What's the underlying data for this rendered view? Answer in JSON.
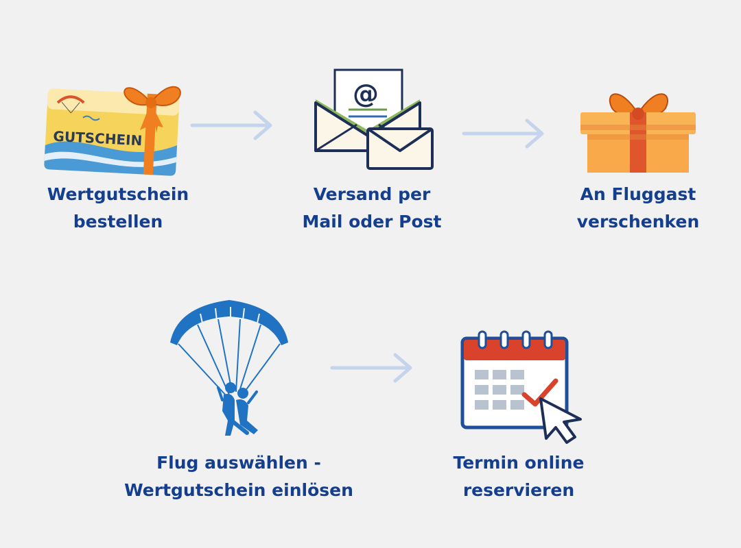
{
  "colors": {
    "background": "#f2f1f1",
    "label_text": "#143f8f",
    "arrow": "#c3d4ec",
    "icon_blue": "#1f73c2",
    "calendar_red": "#d9432b"
  },
  "steps": [
    {
      "icon": "gift-voucher-icon",
      "line1": "Wertgutschein",
      "line2": "bestellen",
      "voucher_text": "GUTSCHEIN"
    },
    {
      "icon": "mail-envelope-icon",
      "line1": "Versand per",
      "line2": "Mail oder Post",
      "at_sign": "@"
    },
    {
      "icon": "gift-box-icon",
      "line1": "An Fluggast",
      "line2": "verschenken"
    },
    {
      "icon": "tandem-paraglider-icon",
      "line1": "Flug auswählen -",
      "line2": "Wertgutschein einlösen"
    },
    {
      "icon": "calendar-booking-icon",
      "line1": "Termin online",
      "line2": "reservieren"
    }
  ]
}
